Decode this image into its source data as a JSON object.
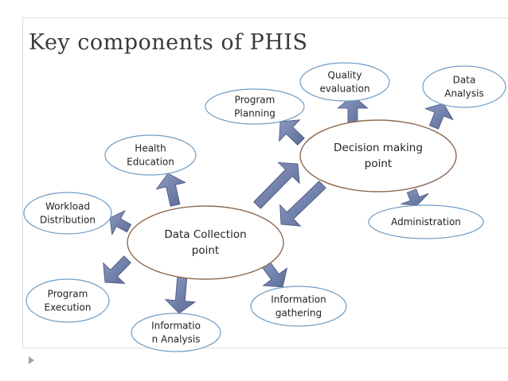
{
  "slide": {
    "title": "Key components of PHIS"
  },
  "nodes": {
    "quality_evaluation": [
      "Quality",
      "evaluation"
    ],
    "data_analysis": [
      "Data",
      "Analysis"
    ],
    "program_planning": [
      "Program",
      "Planning"
    ],
    "decision_making_point": [
      "Decision making",
      "point"
    ],
    "health_education": [
      "Health",
      "Education"
    ],
    "workload_distribution": [
      "Workload",
      "Distribution"
    ],
    "administration": [
      "Administration"
    ],
    "data_collection_point": [
      "Data Collection",
      "point"
    ],
    "program_execution": [
      "Program",
      "Execution"
    ],
    "information_gathering": [
      "Information",
      "gathering"
    ],
    "information_analysis": [
      "Informatio",
      "n Analysis"
    ]
  },
  "colors": {
    "ellipse_stroke": "#6f9cc4",
    "main_ellipse_stroke": "#8e6a50",
    "arrow_fill": "#6878a3",
    "arrow_stroke": "#47557e",
    "text": "#222222",
    "title": "#3a3a3a"
  }
}
